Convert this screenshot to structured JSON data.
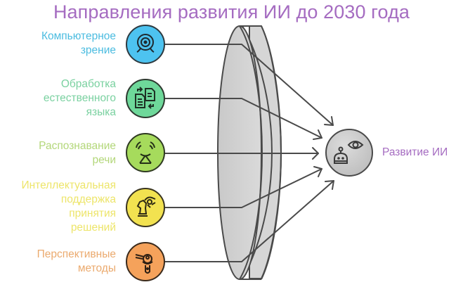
{
  "title": "Направления развития ИИ до 2030 года",
  "target": {
    "label": "Развитие ИИ",
    "icon": "eye-robot-icon",
    "fill": "#CFCFCF"
  },
  "sources": [
    {
      "lines": [
        "Компьютерное",
        "зрение"
      ],
      "icon": "webcam-icon",
      "color": "#4DC3F0",
      "text_color": "#4BBCE0"
    },
    {
      "lines": [
        "Обработка",
        "естественного",
        "языка"
      ],
      "icon": "document-swap-icon",
      "color": "#6ED89A",
      "text_color": "#7AD1A0"
    },
    {
      "lines": [
        "Распознавание",
        "речи"
      ],
      "icon": "speech-face-icon",
      "color": "#A6DB5C",
      "text_color": "#B3D77A"
    },
    {
      "lines": [
        "Интеллектуальная",
        "поддержка",
        "принятия",
        "решений"
      ],
      "icon": "chess-knight-robot-arm-icon",
      "color": "#F2E250",
      "text_color": "#EDE56A"
    },
    {
      "lines": [
        "Перспективные",
        "методы"
      ],
      "icon": "robot-hand-flask-icon",
      "color": "#F5A25B",
      "text_color": "#EBAA6E"
    }
  ],
  "lens": {
    "fill": "#D3D3D3",
    "stroke": "#4A4A4A"
  }
}
